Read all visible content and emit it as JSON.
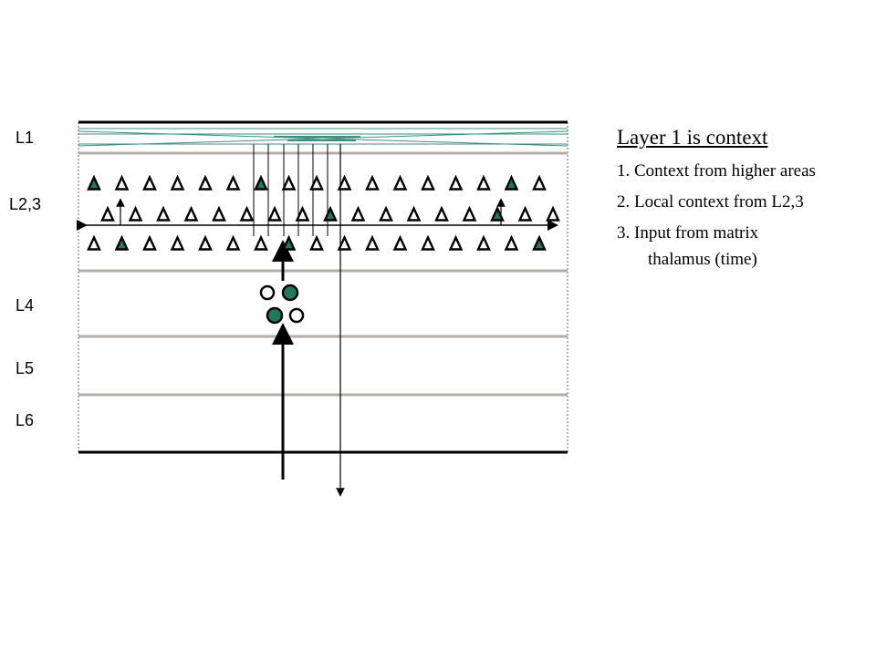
{
  "layer_labels": {
    "l1": "L1",
    "l23": "L2,3",
    "l4": "L4",
    "l5": "L5",
    "l6": "L6"
  },
  "side_text": {
    "title": "Layer 1 is context",
    "item1": "1. Context from higher areas",
    "item2": "2. Local context from L2,3",
    "item3_line1": "3. Input from matrix",
    "item3_line2": "thalamus (time)"
  },
  "colors": {
    "filled_neuron": "#1f7a5a",
    "layer_line": "#b5aca4",
    "l1_fibers": "#3f8f7f"
  },
  "neuron_rows": {
    "row1_filled": [
      0,
      6,
      15
    ],
    "row2_filled": [
      8,
      14
    ],
    "row3_filled": [
      1,
      7,
      16
    ]
  }
}
